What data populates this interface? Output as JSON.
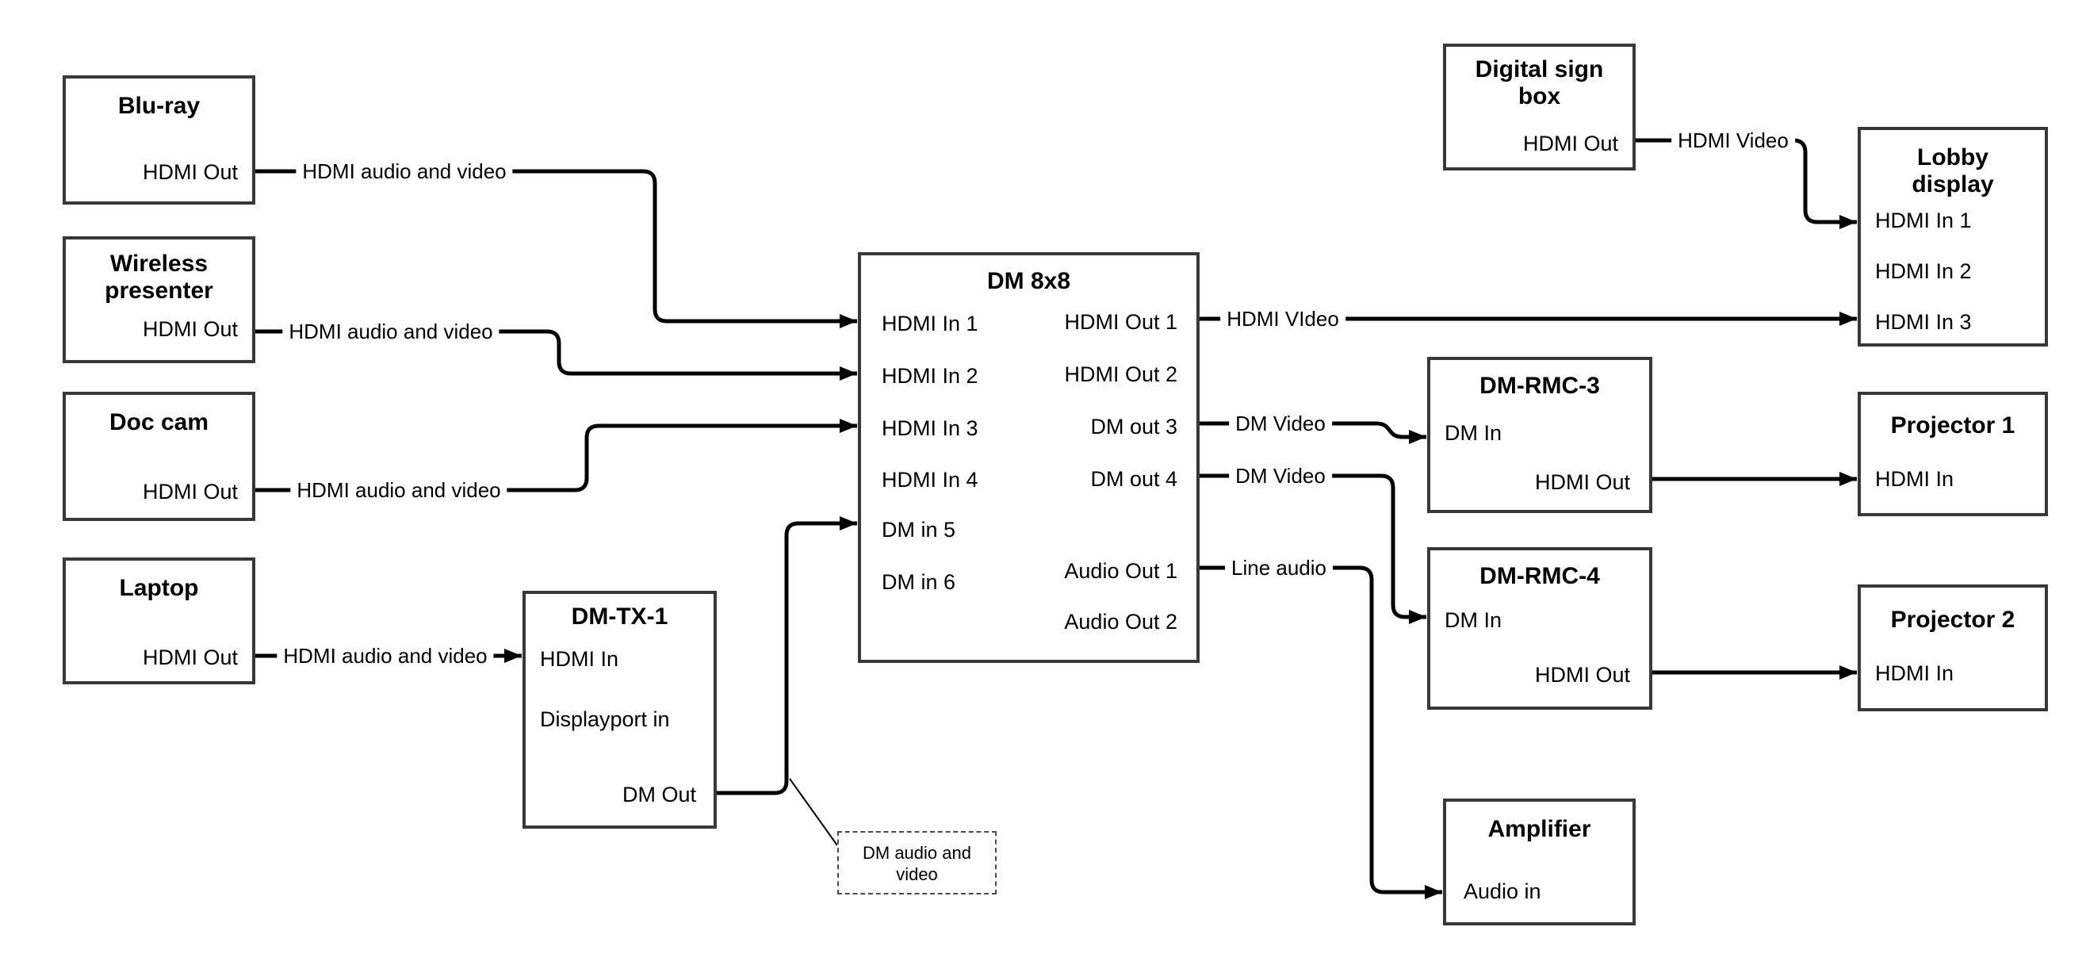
{
  "diagram": {
    "colors": {
      "background": "#ffffff",
      "wire": "#000000",
      "box_border": "#383838",
      "text": "#000000"
    },
    "nodes": {
      "bluray": {
        "title": "Blu-ray",
        "hdmi_out": "HDMI Out"
      },
      "wireless": {
        "title": "Wireless\npresenter",
        "hdmi_out": "HDMI Out"
      },
      "doccam": {
        "title": "Doc cam",
        "hdmi_out": "HDMI Out"
      },
      "laptop": {
        "title": "Laptop",
        "hdmi_out": "HDMI Out"
      },
      "dmtx1": {
        "title": "DM-TX-1",
        "hdmi_in": "HDMI In",
        "dp_in": "Displayport in",
        "dm_out": "DM Out"
      },
      "dm8x8": {
        "title": "DM 8x8",
        "in1": "HDMI In 1",
        "in2": "HDMI In 2",
        "in3": "HDMI In 3",
        "in4": "HDMI In 4",
        "in5": "DM in 5",
        "in6": "DM in 6",
        "out1": "HDMI Out 1",
        "out2": "HDMI Out 2",
        "out3": "DM out 3",
        "out4": "DM out 4",
        "out5": "Audio Out 1",
        "out6": "Audio Out 2"
      },
      "digitalsign": {
        "title": "Digital sign\nbox",
        "hdmi_out": "HDMI Out"
      },
      "lobby": {
        "title": "Lobby\ndisplay",
        "in1": "HDMI In 1",
        "in2": "HDMI In 2",
        "in3": "HDMI In 3"
      },
      "dmrmc3": {
        "title": "DM-RMC-3",
        "dm_in": "DM In",
        "hdmi_out": "HDMI Out"
      },
      "projector1": {
        "title": "Projector 1",
        "hdmi_in": "HDMI In"
      },
      "dmrmc4": {
        "title": "DM-RMC-4",
        "dm_in": "DM In",
        "hdmi_out": "HDMI Out"
      },
      "projector2": {
        "title": "Projector 2",
        "hdmi_in": "HDMI In"
      },
      "amplifier": {
        "title": "Amplifier",
        "audio_in": "Audio in"
      }
    },
    "connection_labels": {
      "l1": "HDMI audio and video",
      "l2": "HDMI audio and video",
      "l3": "HDMI audio and video",
      "l4": "HDMI audio and video",
      "l5": "HDMI VIdeo",
      "l6": "DM Video",
      "l7": "DM Video",
      "l8": "Line audio",
      "l9": "HDMI Video"
    },
    "note": {
      "text": "DM audio and\nvideo"
    }
  }
}
